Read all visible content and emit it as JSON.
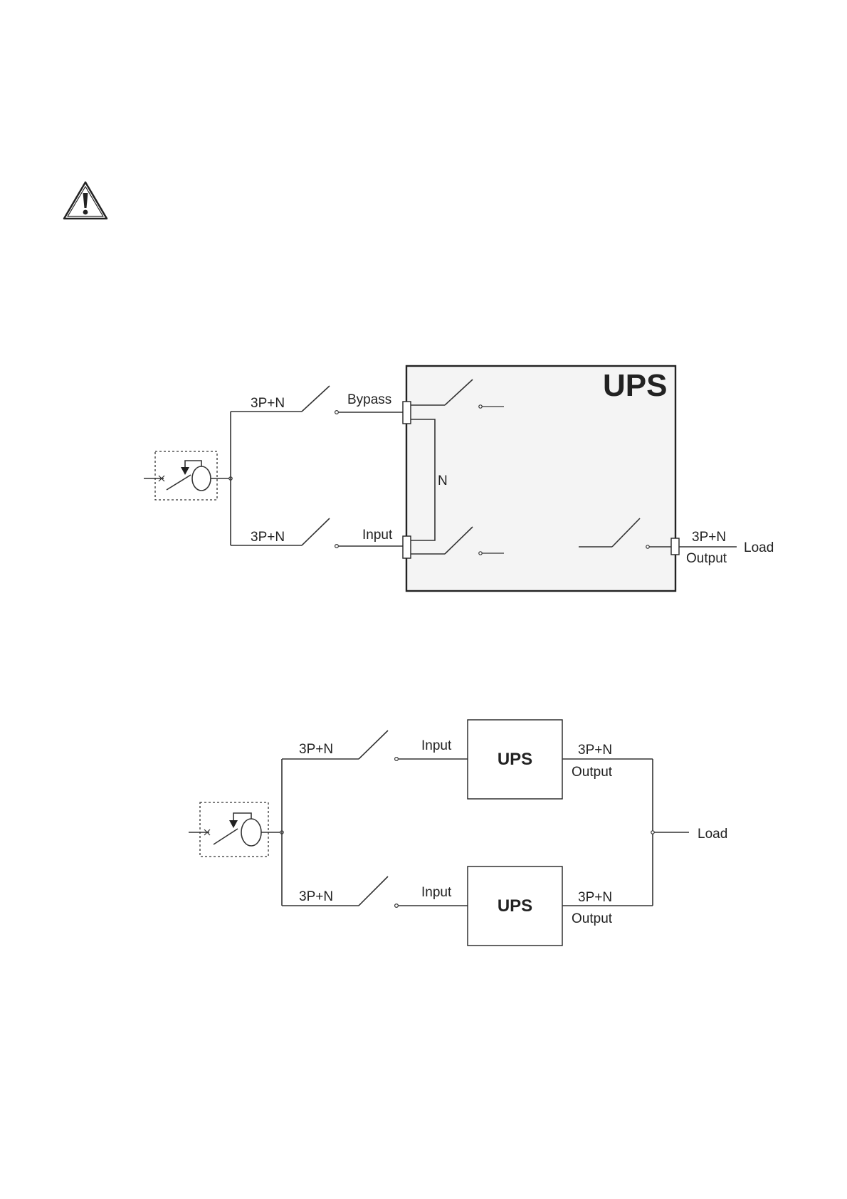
{
  "warning": {
    "icon": "warning-triangle-icon"
  },
  "diagram1": {
    "ups_title": "UPS",
    "bypass_feed_label": "3P+N",
    "input_feed_label": "3P+N",
    "bypass_label": "Bypass",
    "input_label": "Input",
    "neutral_label": "N",
    "output_phase_label": "3P+N",
    "output_label": "Output",
    "load_label": "Load",
    "colors": {
      "ups_fill": "#f4f4f4",
      "line": "#333333"
    }
  },
  "diagram2": {
    "top": {
      "feed_label": "3P+N",
      "input_label": "Input",
      "ups_label": "UPS",
      "output_phase_label": "3P+N",
      "output_label": "Output"
    },
    "bottom": {
      "feed_label": "3P+N",
      "input_label": "Input",
      "ups_label": "UPS",
      "output_phase_label": "3P+N",
      "output_label": "Output"
    },
    "load_label": "Load"
  }
}
